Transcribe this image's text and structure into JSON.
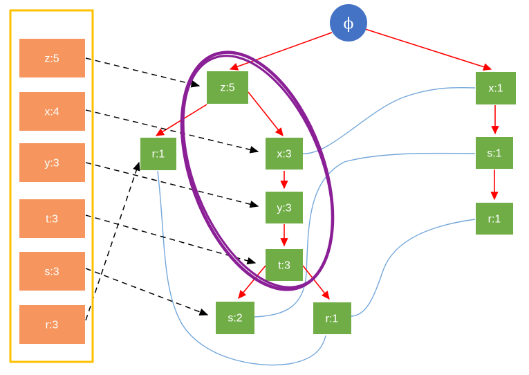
{
  "left_panel": {
    "items": [
      "z:5",
      "x:4",
      "y:3",
      "t:3",
      "s:3",
      "r:3"
    ]
  },
  "tree": {
    "root_label": "ϕ",
    "center_nodes": [
      "z:5",
      "r:1",
      "x:3",
      "y:3",
      "t:3",
      "s:2",
      "r:1"
    ],
    "right_nodes": [
      "x:1",
      "s:1",
      "r:1"
    ]
  },
  "palette": {
    "item_box_orange": "#F6965E",
    "panel_border_yellow": "#FFC000",
    "node_green": "#70AD47",
    "root_blue": "#4472C4",
    "tree_edge_red": "#FF0000",
    "node_link_blue": "#74A7DA",
    "header_link_dashed_black": "#000000",
    "highlight_ink_purple": "#8A1F96"
  }
}
